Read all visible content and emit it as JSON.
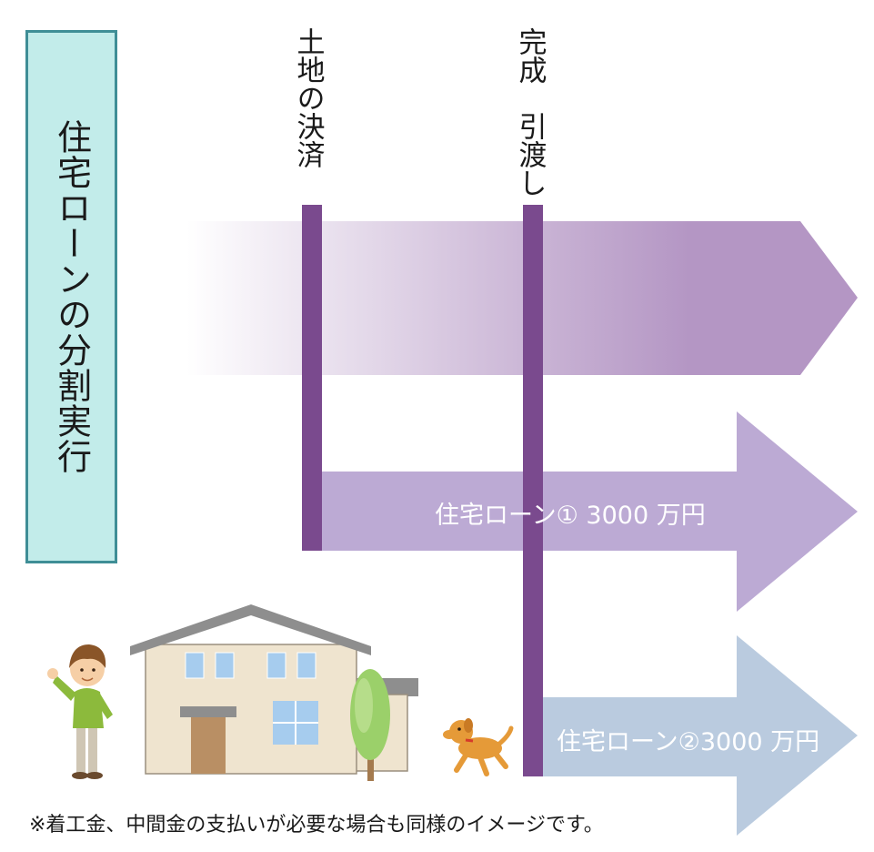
{
  "diagram": {
    "title": "住宅ローンの分割実行",
    "milestones": [
      {
        "id": "land",
        "label": "土地の決済"
      },
      {
        "id": "complete",
        "label": "完成　引渡し"
      }
    ],
    "loans": [
      {
        "id": "loan1",
        "label": "住宅ローン① 3000 万円"
      },
      {
        "id": "loan2",
        "label": "住宅ローン②3000 万円"
      }
    ],
    "footnote": "※着工金、中間金の支払いが必要な場合も同様のイメージです。",
    "colors": {
      "title_bg": "#c2ecea",
      "title_border": "#3f8e96",
      "timeline_bar": "#7a4a8e",
      "total_arrow": "#b496c4",
      "loan1_arrow": "#bcaad4",
      "loan2_arrow": "#bacbdf"
    },
    "illustrations": [
      "person-pointing-icon",
      "house-icon",
      "tree-icon",
      "dog-icon"
    ]
  }
}
